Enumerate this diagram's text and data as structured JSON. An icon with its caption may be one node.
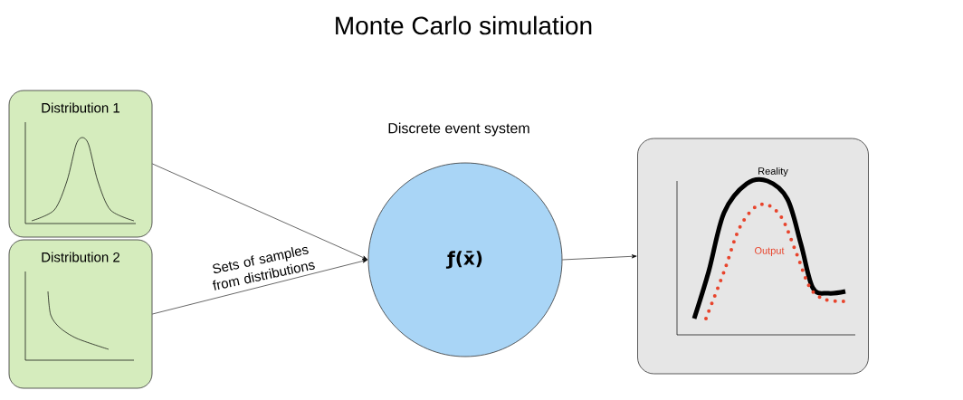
{
  "diagram": {
    "title": "Monte Carlo simulation",
    "nodes": [
      {
        "text": [
          "Distribution 1"
        ]
      },
      {
        "text": [
          "Distribution 2"
        ]
      },
      {
        "text": [
          "Discrete event system",
          "ƒ(x̄)"
        ]
      },
      {
        "text": [
          "Reality",
          "Output"
        ]
      }
    ],
    "edges": [
      {
        "from": 0,
        "to": 2,
        "arrow": "to"
      },
      {
        "from": 1,
        "to": 2,
        "arrow": "to",
        "label": "Sets of samples from distributions"
      },
      {
        "from": 2,
        "to": 3,
        "arrow": "to"
      }
    ]
  }
}
